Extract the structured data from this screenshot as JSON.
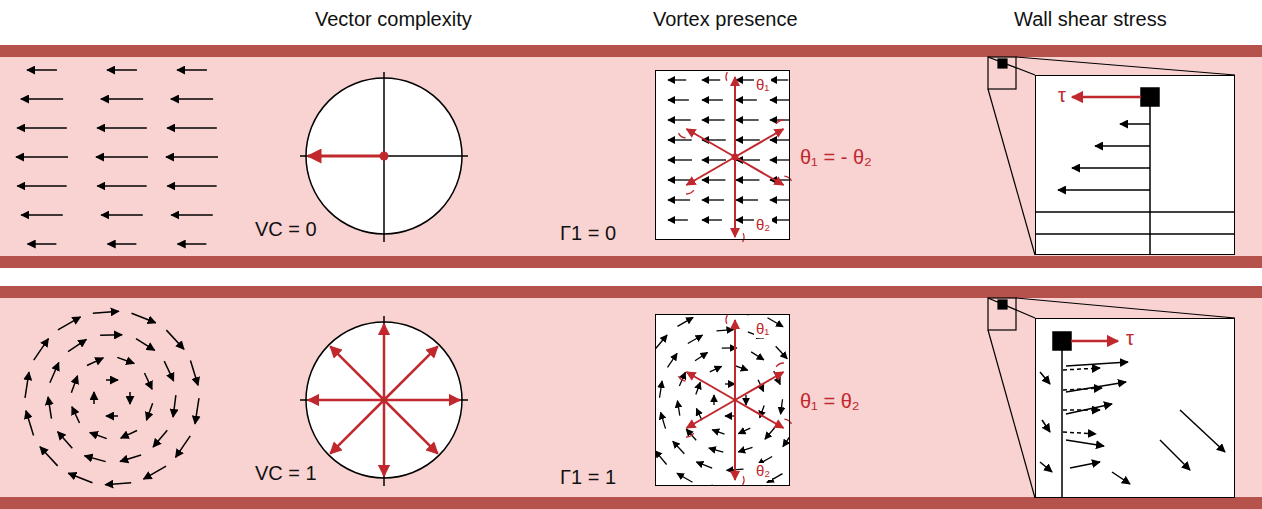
{
  "diagram": {
    "nodes": [
      {
        "text": [
          "θ₁",
          "θ₂"
        ]
      },
      {
        "text": [
          "τ"
        ]
      },
      {
        "text": [
          "θ₁",
          "θ₂"
        ]
      },
      {
        "text": [
          "τ"
        ]
      }
    ],
    "labels": [
      "Vector complexity",
      "Vortex presence",
      "Wall shear stress",
      "VC = 0",
      "Γ1 = 0",
      "θ₁ = - θ₂",
      "VC = 1",
      "Γ1 = 1",
      "θ₁ = θ₂"
    ]
  }
}
